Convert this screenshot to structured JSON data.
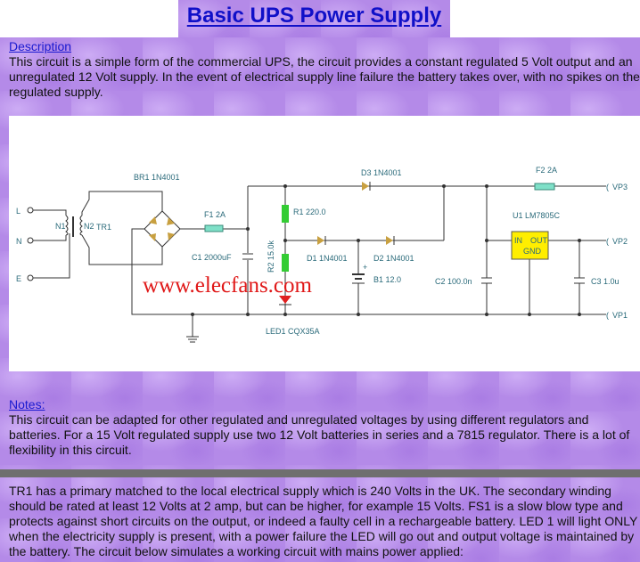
{
  "page": {
    "title": "Basic UPS Power Supply"
  },
  "description": {
    "heading": "Description",
    "body": "This circuit is a simple form of the commercial UPS, the circuit provides a constant regulated 5 Volt output and an unregulated 12 Volt supply. In the event of electrical supply line failure the battery takes over, with no spikes on the regulated supply."
  },
  "circuit": {
    "terminals": {
      "l": "L",
      "n": "N",
      "e": "E",
      "vp3": "VP3",
      "vp2": "VP2",
      "vp1": "VP1"
    },
    "labels": {
      "n1": "N1",
      "n2": "N2",
      "tr1": "TR1",
      "br1": "BR1 1N4001",
      "f1": "F1 2A",
      "c1": "C1 2000uF",
      "r1": "R1 220.0",
      "r2": "R2 15.0k",
      "led1": "LED1 CQX35A",
      "d1": "D1 1N4001",
      "d2": "D2 1N4001",
      "d3": "D3 1N4001",
      "b1": "B1 12.0",
      "c2": "C2 100.0n",
      "u1": "U1 LM7805C",
      "f2": "F2 2A",
      "c3": "C3 1.0u",
      "u1_in": "IN",
      "u1_out": "OUT",
      "u1_gnd": "GND"
    },
    "watermark": "www.elecfans.com",
    "colors": {
      "wire": "#333333",
      "resistor": "#33cc33",
      "fuse": "#7fe0c8",
      "diode": "#c8a040",
      "led": "#e02020",
      "regulator": "#ffee00"
    }
  },
  "notes": {
    "heading": "Notes:",
    "body": "This circuit can be adapted for other regulated and unregulated voltages by using different regulators and batteries. For a 15 Volt regulated supply use two 12 Volt batteries in series and a 7815 regulator. There is a lot of flexibility in this circuit."
  },
  "details": {
    "body": "TR1 has a primary matched to the local electrical supply which is 240 Volts in the UK. The secondary winding should be rated at least 12 Volts at 2 amp, but can be higher, for example 15 Volts. FS1 is a slow blow type and protects against short circuits on the output, or indeed a faulty cell in a rechargeable battery. LED 1 will light ONLY when the electricity supply is present, with a power failure the LED will go out and output voltage is maintained by the battery. The circuit below simulates a working circuit with mains power applied:"
  }
}
